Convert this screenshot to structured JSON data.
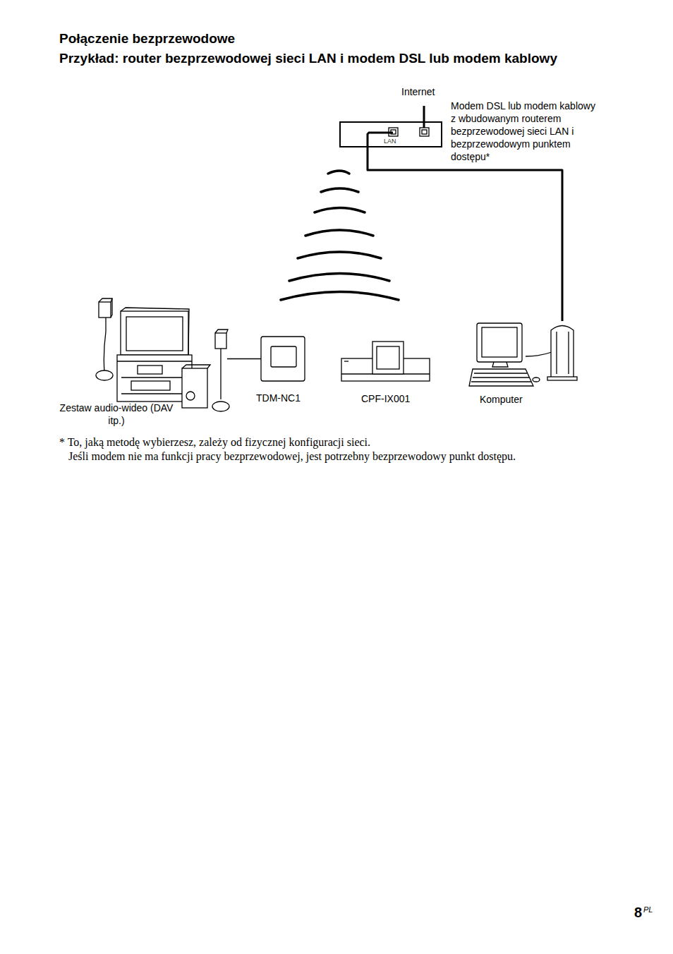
{
  "diagram": {
    "title": "Połączenie bezprzewodowe",
    "nodes": [
      {
        "text": [
          "LAN",
          "Modem DSL lub modem kablowy z wbudowanym routerem bezprzewodowej sieci LAN i bezprzewodowym punktem dostępu*"
        ]
      },
      {
        "text": [
          "Zestaw audio-wideo (DAV itp.)"
        ]
      },
      {
        "text": [
          "TDM-NC1"
        ]
      },
      {
        "text": [
          "CPF-IX001"
        ]
      },
      {
        "text": [
          "Komputer"
        ]
      }
    ],
    "edges": [
      {
        "from": 0,
        "to": 4,
        "arrow": "none"
      },
      {
        "from": 1,
        "to": 2,
        "arrow": "none"
      }
    ],
    "labels": [
      "Przykład: router bezprzewodowej sieci LAN i modem DSL lub modem kablowy",
      "Internet",
      "* To, jaką metodę wybierzesz, zależy od fizycznej konfiguracji sieci.",
      "Jeśli modem nie ma funkcji pracy bezprzewodowej, jest potrzebny bezprzewodowy punkt dostępu.",
      "8",
      "PL"
    ]
  }
}
